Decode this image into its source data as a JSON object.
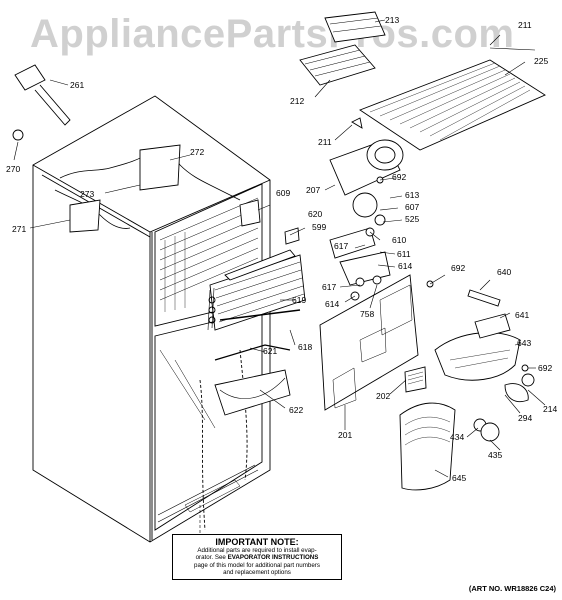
{
  "watermark": "AppliancePartsPros.com",
  "part_labels": [
    "213",
    "211",
    "225",
    "212",
    "261",
    "211",
    "272",
    "270",
    "692",
    "207",
    "613",
    "609",
    "273",
    "607",
    "271",
    "525",
    "620",
    "599",
    "617",
    "610",
    "611",
    "692",
    "614",
    "640",
    "617",
    "614",
    "758",
    "641",
    "619",
    "618",
    "621",
    "643",
    "692",
    "202",
    "214",
    "622",
    "294",
    "201",
    "434",
    "435",
    "645"
  ],
  "note": {
    "title": "IMPORTANT NOTE:",
    "line1": "Additional parts are required to install evap-",
    "line2_pre": "orator. See ",
    "line2_bold": "EVAPORATOR INSTRUCTIONS",
    "line3": "page of this model for additional part numbers",
    "line4": "and replacement options"
  },
  "art_number": "(ART NO. WR18826 C24)"
}
